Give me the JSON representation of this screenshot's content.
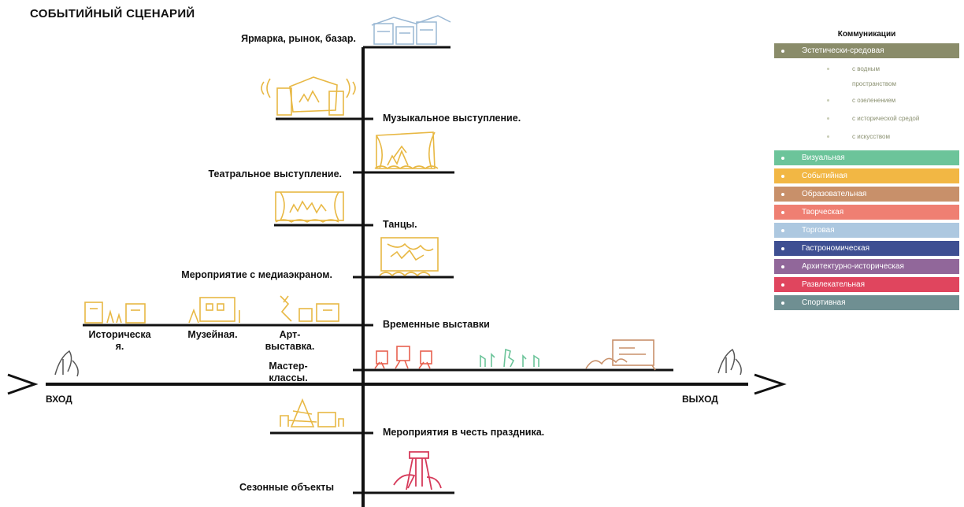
{
  "title": "СОБЫТИЙНЫЙ СЦЕНАРИЙ",
  "axis": {
    "entry": "ВХОД",
    "exit": "ВЫХОД"
  },
  "events": [
    {
      "label": "Ярмарка, рынок, базар."
    },
    {
      "label": "Музыкальное выступление."
    },
    {
      "label": "Театральное выступление."
    },
    {
      "label": "Танцы."
    },
    {
      "label": "Мероприятие с медиаэкраном."
    },
    {
      "label": "Временные выставки"
    },
    {
      "label": "Мероприятия в честь праздника."
    },
    {
      "label": "Сезонные объекты"
    }
  ],
  "exhibitions": [
    {
      "label": "Историческа\nя."
    },
    {
      "label": "Музейная."
    },
    {
      "label": "Арт-\nвыставка."
    },
    {
      "label": "Мастер-\nклассы."
    }
  ],
  "legend": {
    "title": "Коммуникации",
    "items": [
      {
        "label": "Эстетически-средовая",
        "color": "#8a8c6a"
      },
      {
        "label": "Визуальная",
        "color": "#6cc49a"
      },
      {
        "label": "Событийная",
        "color": "#f2b744"
      },
      {
        "label": "Образовательная",
        "color": "#c8906a"
      },
      {
        "label": "Творческая",
        "color": "#ef7f72"
      },
      {
        "label": "Торговая",
        "color": "#adc8e0"
      },
      {
        "label": "Гастрономическая",
        "color": "#3e4f92"
      },
      {
        "label": "Архитектурно-историческая",
        "color": "#91679a"
      },
      {
        "label": "Развлекательная",
        "color": "#e0455e"
      },
      {
        "label": "Спортивная",
        "color": "#6f8f92"
      }
    ],
    "sub_items": [
      {
        "label": "с водным"
      },
      {
        "label": "пространством"
      },
      {
        "label": "с озеленением"
      },
      {
        "label": "с исторической средой"
      },
      {
        "label": "с искусством"
      }
    ]
  },
  "icon_colors": {
    "event": "#e8b844",
    "market": "#9ab8d4",
    "creative": "#e8614f",
    "visual": "#6cc49a",
    "education": "#c8906a",
    "seasonal": "#d63a5a",
    "dark": "#555555"
  }
}
